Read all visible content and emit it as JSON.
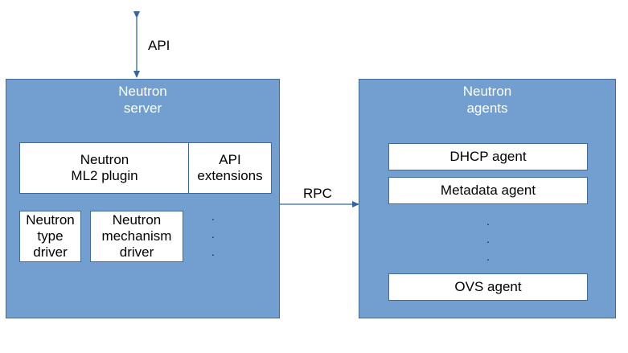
{
  "colors": {
    "panel_fill": "#729fcf",
    "panel_border": "#3f6a9c",
    "box_fill": "#ffffff",
    "arrow": "#3465a4"
  },
  "api_label": "API",
  "rpc_label": "RPC",
  "server": {
    "title_line1": "Neutron",
    "title_line2": "server",
    "ml2_line1": "Neutron",
    "ml2_line2": "ML2 plugin",
    "api_ext_line1": "API",
    "api_ext_line2": "extensions",
    "type_driver_line1": "Neutron",
    "type_driver_line2": "type",
    "type_driver_line3": "driver",
    "mech_driver_line1": "Neutron",
    "mech_driver_line2": "mechanism",
    "mech_driver_line3": "driver",
    "ellipsis": "·"
  },
  "agents": {
    "title_line1": "Neutron",
    "title_line2": "agents",
    "items": [
      "DHCP agent",
      "Metadata agent",
      "OVS agent"
    ],
    "ellipsis": "·"
  }
}
